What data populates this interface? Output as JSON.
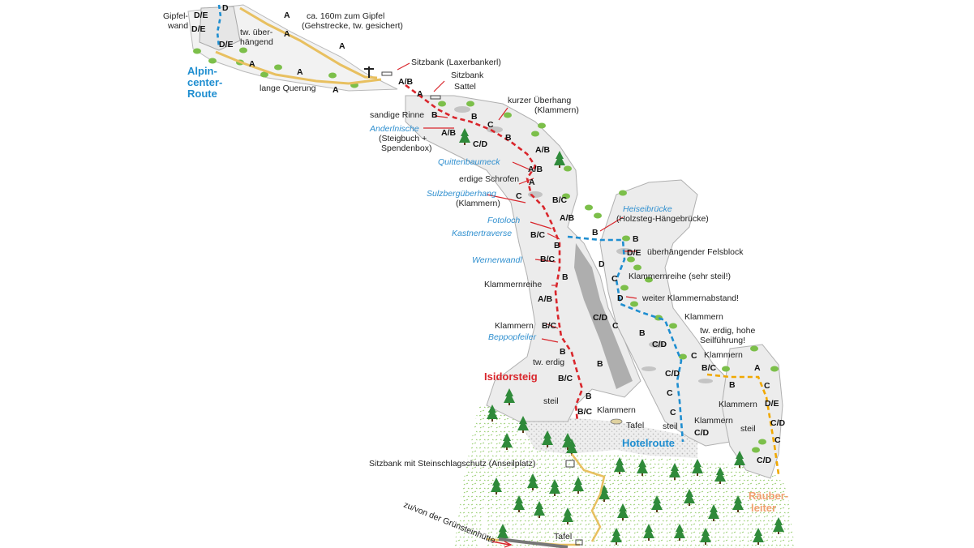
{
  "colors": {
    "isidorsteig": "#d9262c",
    "hotelroute": "#1f8ed0",
    "raeuberleiter": "#f0a800",
    "alpincenter": "#2f8fcf",
    "path_yellow": "#e8c060",
    "rock": "#e9e9e9",
    "bush": "#7cbf4a",
    "tree": "#2f8a3a"
  },
  "routes": {
    "isidorsteig": "Isidorsteig",
    "hotelroute": "Hotelroute",
    "raeuberleiter_1": "Räuber-",
    "raeuberleiter_2": "leiter",
    "alpincenter_1": "Alpin-",
    "alpincenter_2": "center-",
    "alpincenter_3": "Route"
  },
  "labels": {
    "gipfelwand_1": "Gipfel-",
    "gipfelwand_2": "wand",
    "gipfel_1": "ca. 160m zum Gipfel",
    "gipfel_2": "(Gehstrecke, tw. gesichert)",
    "ueberhaengend_1": "tw. über-",
    "ueberhaengend_2": "hängend",
    "lange_querung": "lange Querung",
    "sitzbank_laxer": "Sitzbank (Laxerbankerl)",
    "sitzbank_sattel_1": "Sitzbank",
    "sitzbank_sattel_2": "Sattel",
    "kurzer_ueberhang_1": "kurzer Überhang",
    "kurzer_ueberhang_2": "(Klammern)",
    "sandige_rinne": "sandige Rinne",
    "anderlnische": "Anderlnische",
    "steigbuch_1": "(Steigbuch +",
    "steigbuch_2": "Spendenbox)",
    "quittenbaumeck": "Quittenbaumeck",
    "erdige_schrofen": "erdige Schrofen",
    "sulzberg": "Sulzbergüberhang",
    "sulzberg_klammern": "(Klammern)",
    "heiseibruecke": "Heiseibrücke",
    "holzsteg": "(Holzsteg-Hängebrücke)",
    "fotoloch": "Fotoloch",
    "kastnertraverse": "Kastnertraverse",
    "felsblock": "überhängender Felsblock",
    "wernerwandl": "Wernerwandl",
    "klammernreihe_steil": "Klammernreihe (sehr steil!)",
    "klammernreihe": "Klammernreihe",
    "weiter_abstand": "weiter Klammernabstand!",
    "klammern_1": "Klammern",
    "klammern_bc": "Klammern",
    "beppopfeiler": "Beppopfeiler",
    "tw_erdig_1": "tw. erdig, hohe",
    "tw_erdig_2": "Seilführung!",
    "klammern_2": "Klammern",
    "tw_erdig": "tw. erdig",
    "steil_1": "steil",
    "klammern_3": "Klammern",
    "tafel_1": "Tafel",
    "klammern_4": "Klammern",
    "steil_2": "steil",
    "klammern_5": "Klammern",
    "steil_3": "steil",
    "sitzbank_anseil": "Sitzbank mit Steinschlagschutz (Anseilplatz)",
    "zu_von": "zu/von der Grünsteinhütte",
    "tafel_2": "Tafel"
  },
  "grades": {
    "g01": "D",
    "g02": "D/E",
    "g03": "D/E",
    "g04": "D/E",
    "g05": "A",
    "g06": "A",
    "g07": "A",
    "g08": "A",
    "g09": "A",
    "g10": "A",
    "g11": "A/B",
    "g12": "A",
    "g13": "B",
    "g14": "A/B",
    "g15": "B",
    "g16": "C",
    "g17": "C/D",
    "g18": "B",
    "g19": "A/B",
    "g20": "A/B",
    "g21": "A",
    "g22": "C",
    "g23": "B/C",
    "g24": "A/B",
    "g25": "B",
    "g26": "B/C",
    "g27": "B",
    "g28": "B/C",
    "g29": "B",
    "g30": "A/B",
    "g31": "B/C",
    "g32": "B",
    "g33": "B/C",
    "g34": "B",
    "g35": "B",
    "g36": "B/C",
    "g37": "B",
    "g38": "D/E",
    "g39": "D",
    "g40": "C",
    "g41": "D",
    "g42": "C/D",
    "g43": "C",
    "g44": "B",
    "g45": "C/D",
    "g46": "C",
    "g47": "C/D",
    "g48": "C",
    "g49": "C",
    "g50": "C/D",
    "g51": "B/C",
    "g52": "B",
    "g53": "A",
    "g54": "C",
    "g55": "D/E",
    "g56": "C/D",
    "g57": "C",
    "g58": "C/D"
  }
}
